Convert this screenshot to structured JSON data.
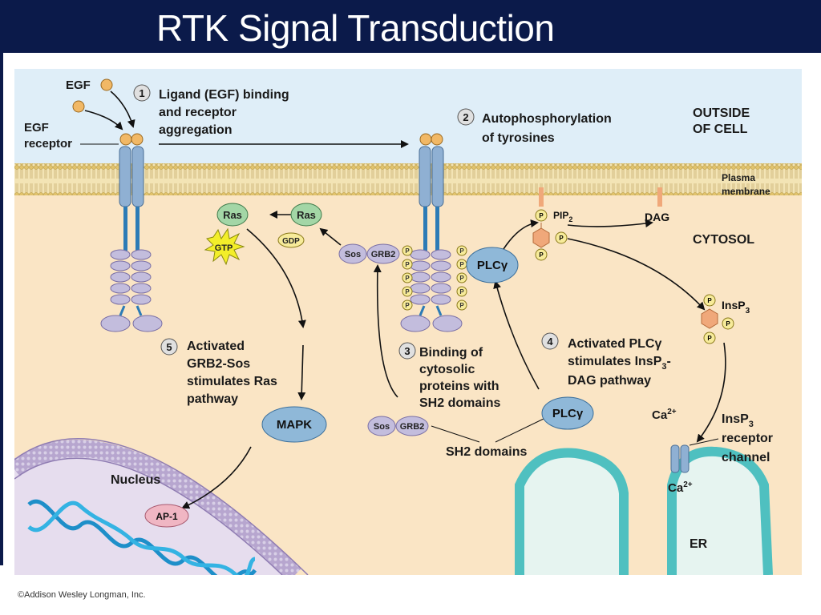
{
  "slide_title": "RTK Signal Transduction",
  "credit": "©Addison Wesley Longman, Inc.",
  "colors": {
    "title_bar": "#0b1a4a",
    "outside": "#dfeef8",
    "cytosol": "#fae5c5",
    "membrane": "#e9d08f",
    "receptor": "#8fb0d3",
    "domain": "#c3bddd",
    "ras": "#a3d6a6",
    "plc": "#8fb8d8",
    "phosphate": "#f7eb9a",
    "gtp": "#f3ee2a",
    "ap1": "#f0b6c3",
    "er": "#7fcfcf"
  },
  "labels": {
    "egf_top": "EGF",
    "egf_receptor_1": "EGF",
    "egf_receptor_2": "receptor",
    "step1_num": "1",
    "step1_line1": "Ligand (EGF) binding",
    "step1_line2": "and receptor",
    "step1_line3": "aggregation",
    "step2_num": "2",
    "step2_line1": "Autophosphorylation",
    "step2_line2": "of tyrosines",
    "outside_1": "OUTSIDE",
    "outside_2": "OF CELL",
    "plasma_1": "Plasma",
    "plasma_2": "membrane",
    "cytosol": "CYTOSOL",
    "ras_active": "Ras",
    "ras_inactive": "Ras",
    "gdp": "GDP",
    "gtp": "GTP",
    "sos_top": "Sos",
    "grb2_top": "GRB2",
    "plc_top": "PLCγ",
    "p": "P",
    "pip2": "PIP",
    "pip2_sub": "2",
    "dag": "DAG",
    "insp3": "InsP",
    "insp3_sub": "3",
    "step3_num": "3",
    "step3_line1": "Binding of",
    "step3_line2": "cytosolic",
    "step3_line3": "proteins with",
    "step3_line4": "SH2 domains",
    "step4_num": "4",
    "step4_line1": "Activated PLCγ",
    "step4_line2a": "stimulates InsP",
    "step4_line2_sub": "3",
    "step4_line2b": "-",
    "step4_line3": "DAG pathway",
    "step5_num": "5",
    "step5_line1": "Activated",
    "step5_line2": "GRB2-Sos",
    "step5_line3": "stimulates Ras",
    "step5_line4": "pathway",
    "mapk": "MAPK",
    "sos_bottom": "Sos",
    "grb2_bottom": "GRB2",
    "plc_bottom": "PLCγ",
    "sh2_domains": "SH2 domains",
    "ca_top": "Ca",
    "ca_top_sup": "2+",
    "ca_bottom": "Ca",
    "ca_bottom_sup": "2+",
    "insp3_receptor_1a": "InsP",
    "insp3_receptor_1_sub": "3",
    "insp3_receptor_2": "receptor",
    "insp3_receptor_3": "channel",
    "nucleus": "Nucleus",
    "ap1": "AP-1",
    "er": "ER"
  }
}
